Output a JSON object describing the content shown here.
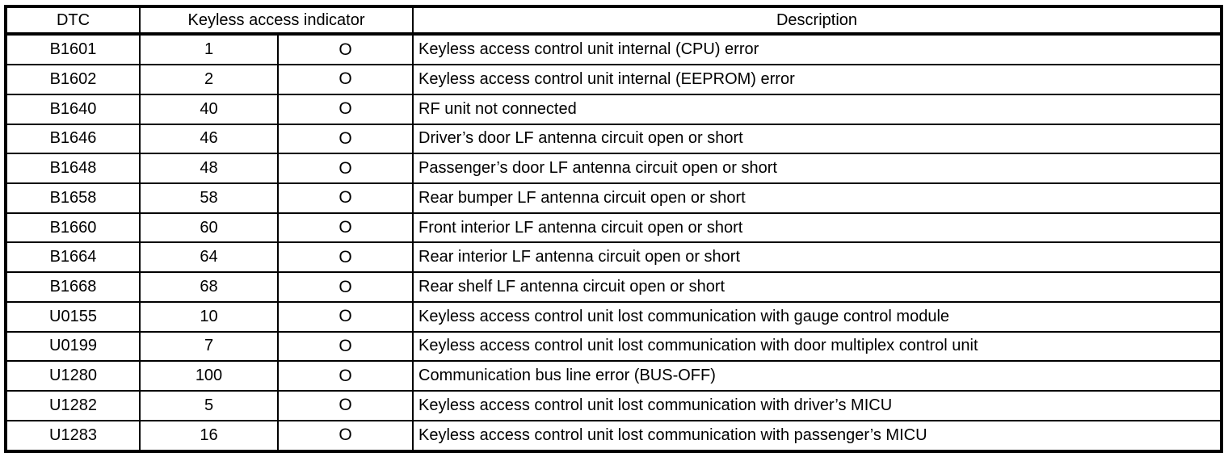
{
  "table": {
    "headers": {
      "dtc": "DTC",
      "indicator": "Keyless access indicator",
      "description": "Description"
    },
    "rows": [
      {
        "dtc": "B1601",
        "code": "1",
        "symbol": "O",
        "description": "Keyless access control unit internal (CPU) error"
      },
      {
        "dtc": "B1602",
        "code": "2",
        "symbol": "O",
        "description": "Keyless access control unit internal (EEPROM) error"
      },
      {
        "dtc": "B1640",
        "code": "40",
        "symbol": "O",
        "description": "RF unit not connected"
      },
      {
        "dtc": "B1646",
        "code": "46",
        "symbol": "O",
        "description": "Driver’s door LF antenna circuit open or short"
      },
      {
        "dtc": "B1648",
        "code": "48",
        "symbol": "O",
        "description": "Passenger’s door LF antenna circuit open or short"
      },
      {
        "dtc": "B1658",
        "code": "58",
        "symbol": "O",
        "description": "Rear bumper LF antenna circuit open or short"
      },
      {
        "dtc": "B1660",
        "code": "60",
        "symbol": "O",
        "description": "Front interior LF antenna circuit open or short"
      },
      {
        "dtc": "B1664",
        "code": "64",
        "symbol": "O",
        "description": "Rear interior LF antenna circuit open or short"
      },
      {
        "dtc": "B1668",
        "code": "68",
        "symbol": "O",
        "description": "Rear shelf LF antenna circuit open or short"
      },
      {
        "dtc": "U0155",
        "code": "10",
        "symbol": "O",
        "description": "Keyless access control unit lost communication with gauge control module"
      },
      {
        "dtc": "U0199",
        "code": "7",
        "symbol": "O",
        "description": "Keyless access control unit lost communication with door multiplex control unit"
      },
      {
        "dtc": "U1280",
        "code": "100",
        "symbol": "O",
        "description": "Communication bus line error (BUS-OFF)"
      },
      {
        "dtc": "U1282",
        "code": "5",
        "symbol": "O",
        "description": "Keyless access control unit lost communication with driver’s MICU"
      },
      {
        "dtc": "U1283",
        "code": "16",
        "symbol": "O",
        "description": "Keyless access control unit lost communication with passenger’s MICU"
      }
    ]
  }
}
